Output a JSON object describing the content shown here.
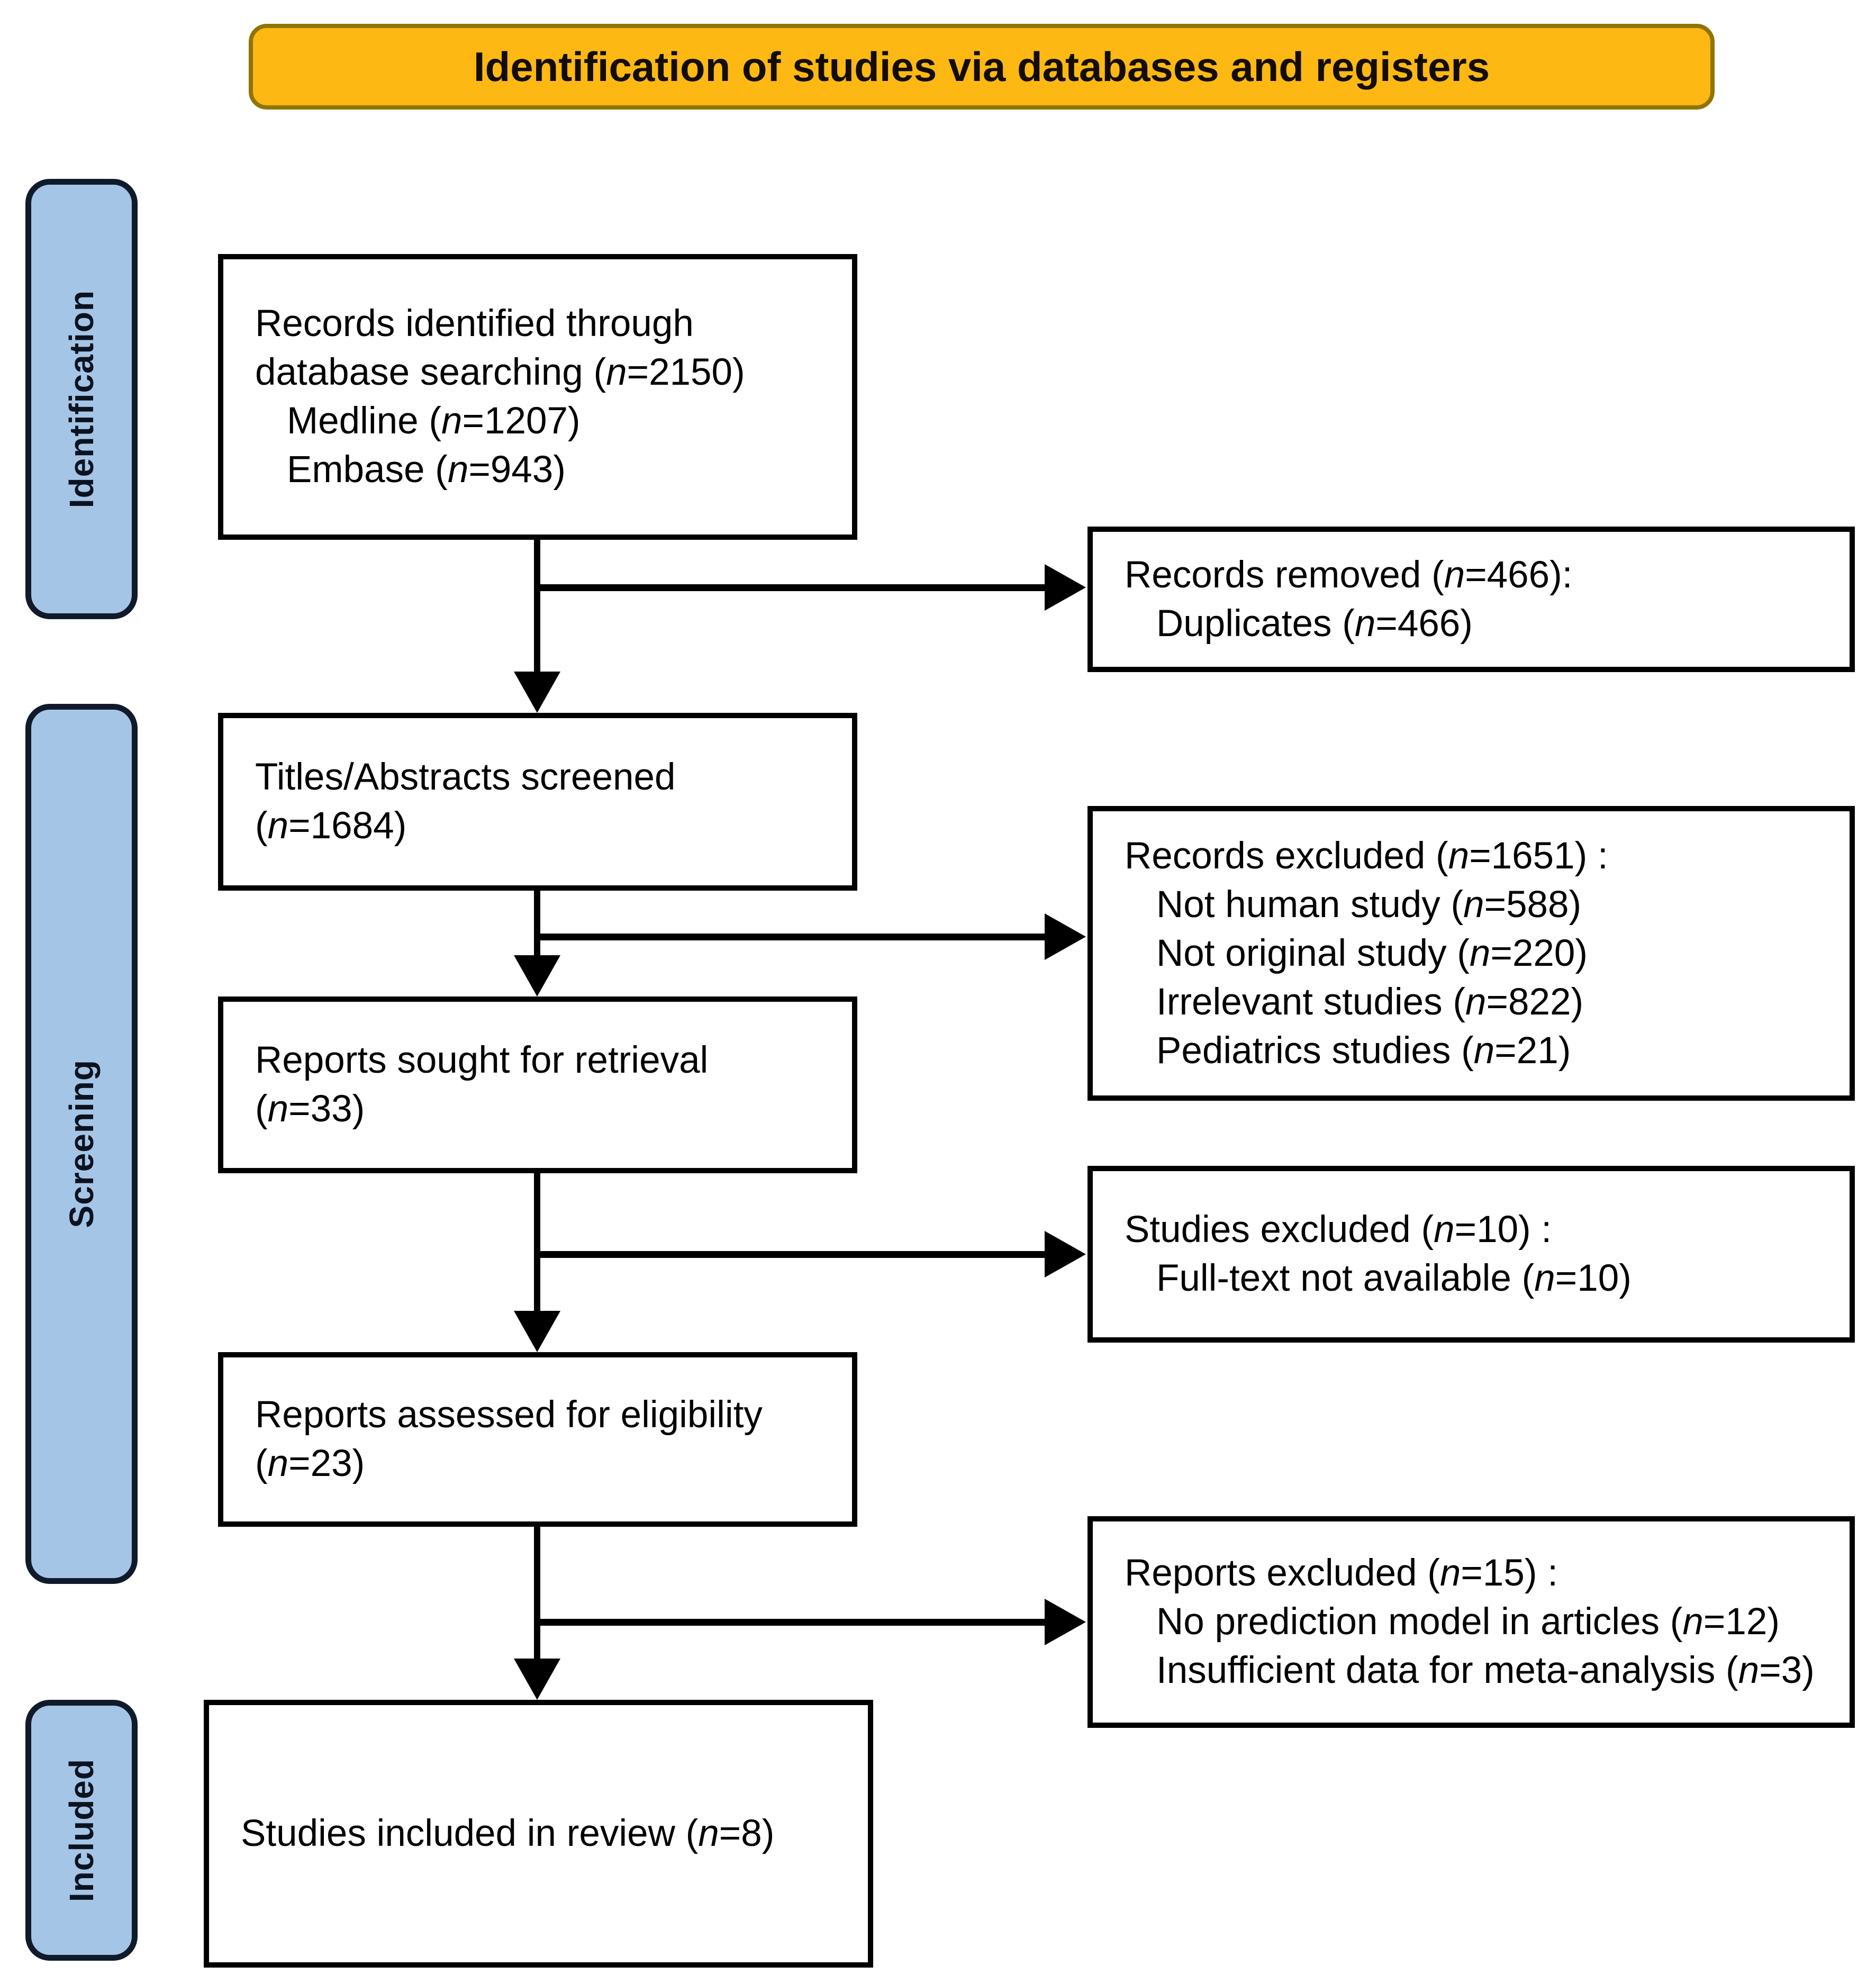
{
  "header": {
    "title": "Identification of studies via databases and registers"
  },
  "sidebar": {
    "identification": "Identification",
    "screening": "Screening",
    "included": "Included"
  },
  "main_flow": {
    "records_identified": {
      "lines": [
        "Records identified through",
        "database searching (n=2150)"
      ],
      "sub_lines": [
        "Medline (n=1207)",
        "Embase (n=943)"
      ]
    },
    "titles_screened": {
      "lines": [
        "Titles/Abstracts screened",
        "(n=1684)"
      ]
    },
    "reports_sought": {
      "lines": [
        "Reports sought for retrieval",
        "(n=33)"
      ]
    },
    "reports_assessed": {
      "lines": [
        "Reports assessed for eligibility",
        "(n=23)"
      ]
    },
    "studies_included": {
      "lines": [
        "Studies included in review (n=8)"
      ]
    }
  },
  "exclusion_boxes": {
    "records_removed": {
      "title": "Records removed (n=466):",
      "items": [
        "Duplicates (n=466)"
      ]
    },
    "records_excluded": {
      "title": "Records excluded (n=1651) :",
      "items": [
        "Not human study (n=588)",
        "Not original study (n=220)",
        "Irrelevant studies (n=822)",
        "Pediatrics studies (n=21)"
      ]
    },
    "studies_excluded": {
      "title": "Studies excluded (n=10) :",
      "items": [
        "Full-text not available (n=10)"
      ]
    },
    "reports_excluded": {
      "title": "Reports excluded (n=15) :",
      "items": [
        "No prediction model in articles (n=12)",
        "Insufficient data for meta-analysis (n=3)"
      ]
    }
  },
  "colors": {
    "header_bg": "#FDB813",
    "header_border": "#8F7500",
    "stage_bg": "#A5C5E6",
    "stage_border": "#101A2B"
  }
}
